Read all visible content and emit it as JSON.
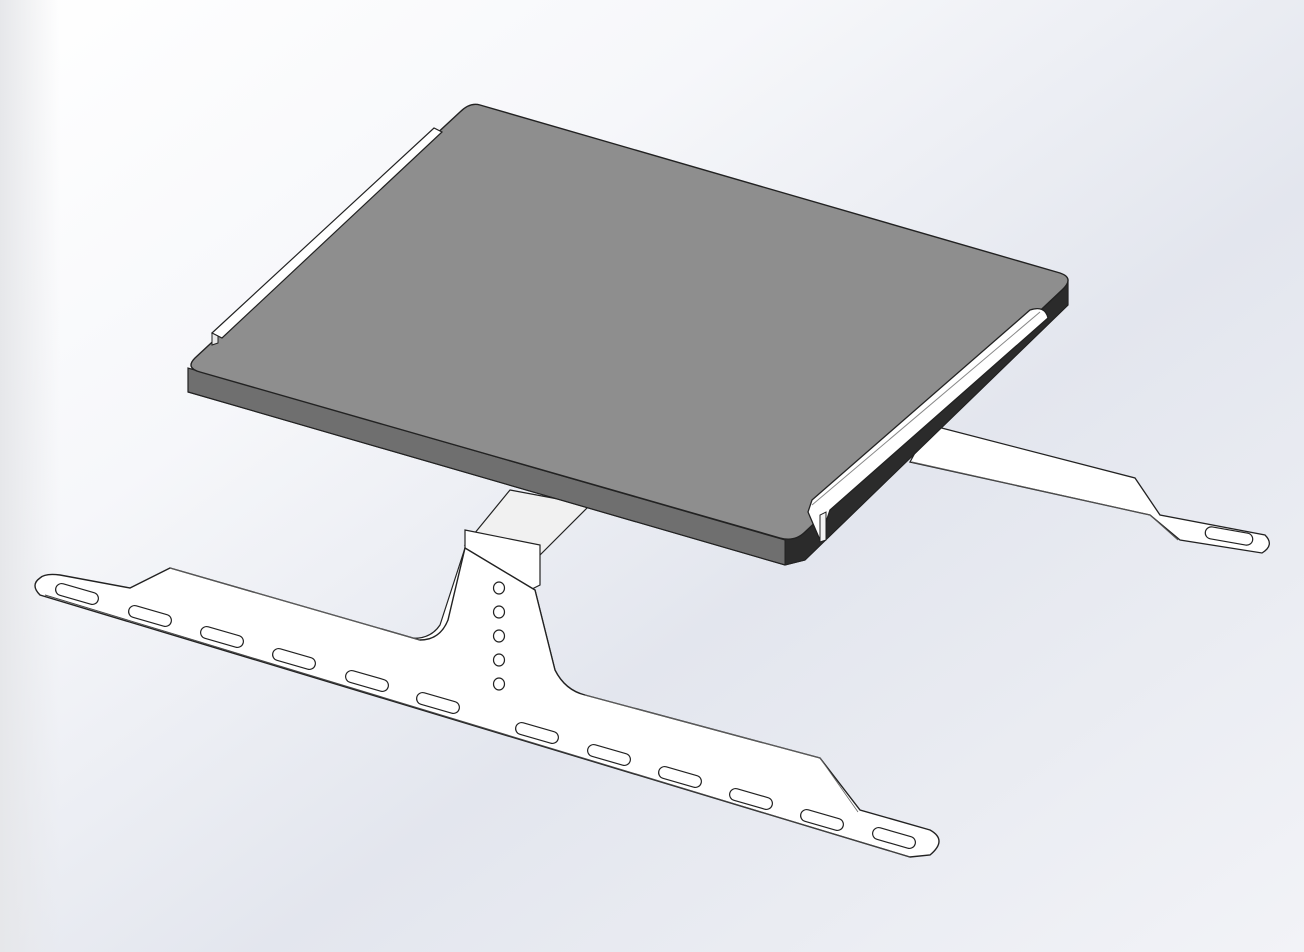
{
  "scene": {
    "description_label": "",
    "colors": {
      "background_light": "#ffffff",
      "background_shade": "#e3e6ee",
      "platform_top": "#8c8c8c",
      "platform_edge": "#6f6f6f",
      "platform_dark_edge": "#2a2a2a",
      "bracket_fill": "#ffffff",
      "bracket_shade": "#eeeeee",
      "outline": "#222222"
    },
    "parts": {
      "platform": "gray-platform-plate",
      "left_rail": "left-guide-rail",
      "right_rail": "right-guide-rail",
      "front_bracket": "front-mounting-bracket",
      "rear_bracket": "rear-mounting-bracket",
      "center_post": "center-support-post"
    },
    "slot_count_front": 12,
    "hole_count_post": 5,
    "slot_count_rear": 1
  }
}
